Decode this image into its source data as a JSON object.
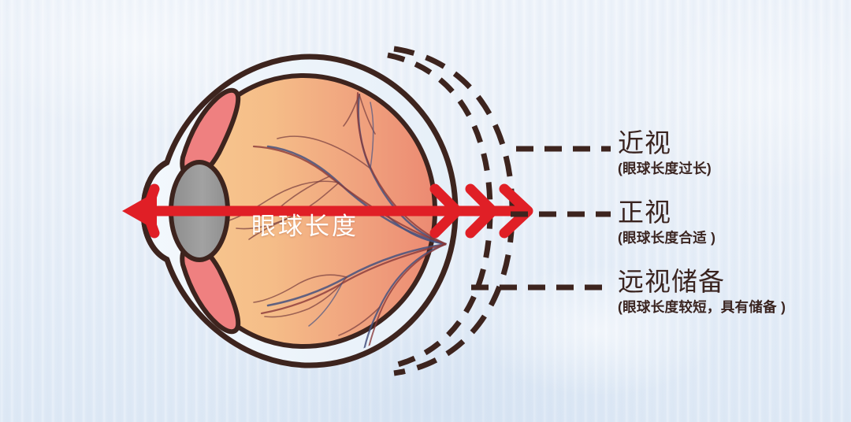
{
  "figure": {
    "type": "anatomical-diagram",
    "subject": "human-eyeball-axial-length",
    "background_color": "#eaf0f8"
  },
  "axis_measure": {
    "caption": "眼球长度",
    "caption_color": "#ffffff",
    "arrow_color": "#e01f26"
  },
  "labels": [
    {
      "id": "myopia",
      "title": "近视",
      "subtitle": "(眼球长度过长)",
      "color": "#3a2420"
    },
    {
      "id": "emmetropia",
      "title": "正视",
      "subtitle": "(眼球长度合适 )",
      "color": "#3a2420"
    },
    {
      "id": "reserve",
      "title": "远视储备",
      "subtitle": "(眼球长度较短，具有储备 )",
      "color": "#3a2420"
    }
  ],
  "eye": {
    "outline_color": "#3d241e",
    "sclera_color": "#e9f1f9",
    "retina_fill_left": "#f6c089",
    "retina_fill_right": "#ed8f75",
    "iris_color": "#ef8080",
    "lens_color": "#9b9b9b",
    "vessel_color_artery": "#8a3a3a",
    "vessel_color_vein": "#3f4a78",
    "dashed_arc_color": "#3d241e"
  }
}
